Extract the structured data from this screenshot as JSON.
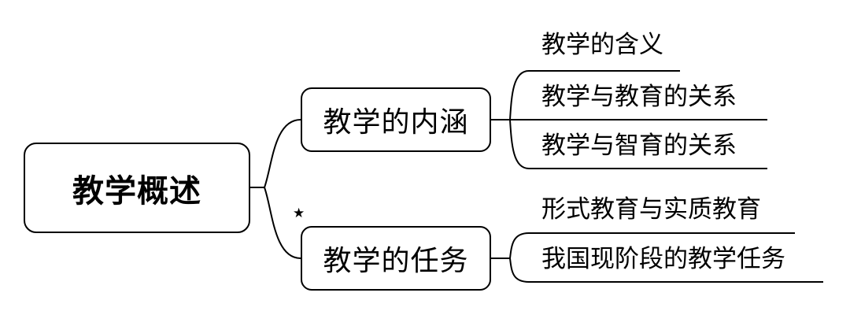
{
  "root": {
    "label": "教学概述"
  },
  "branches": [
    {
      "label": "教学的内涵",
      "children": [
        "教学的含义",
        "教学与教育的关系",
        "教学与智育的关系"
      ]
    },
    {
      "label": "教学的任务",
      "marker": "★",
      "children": [
        "形式教育与实质教育",
        "我国现阶段的教学任务"
      ]
    }
  ]
}
